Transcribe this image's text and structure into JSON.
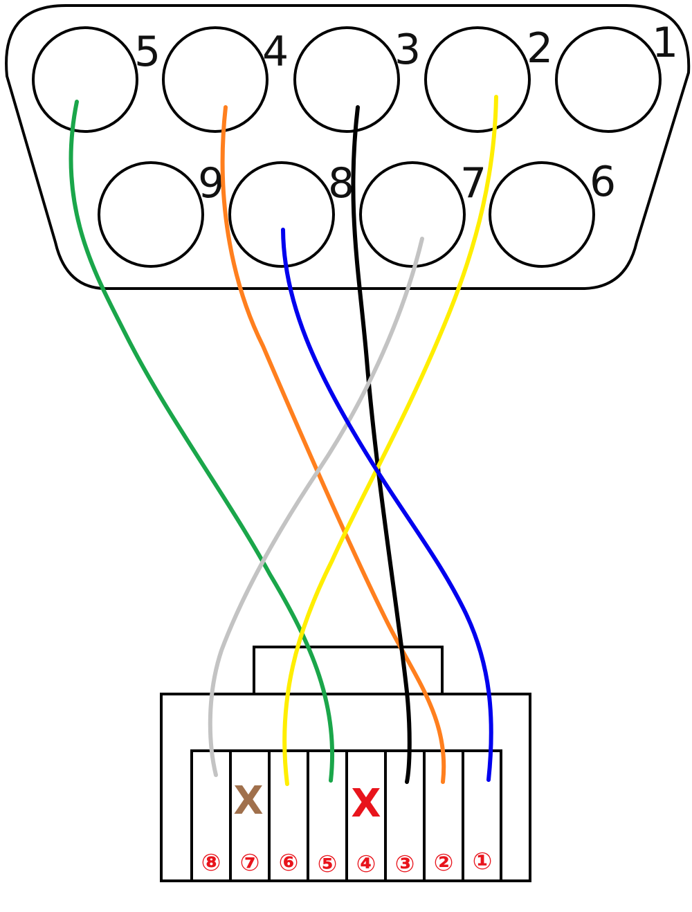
{
  "db9": {
    "pins": [
      {
        "label": "5"
      },
      {
        "label": "4"
      },
      {
        "label": "3"
      },
      {
        "label": "2"
      },
      {
        "label": "1"
      },
      {
        "label": "9"
      },
      {
        "label": "8"
      },
      {
        "label": "7"
      },
      {
        "label": "6"
      }
    ]
  },
  "rj45": {
    "slots": [
      {
        "label": "⑧",
        "mark": ""
      },
      {
        "label": "⑦",
        "mark": "X"
      },
      {
        "label": "⑥",
        "mark": ""
      },
      {
        "label": "⑤",
        "mark": ""
      },
      {
        "label": "④",
        "mark": "X"
      },
      {
        "label": "③",
        "mark": ""
      },
      {
        "label": "②",
        "mark": ""
      },
      {
        "label": "①",
        "mark": ""
      }
    ]
  },
  "colors": {
    "outline": "#000000",
    "slot_label": "#e8141c",
    "mark_slot_7": "#a0704c",
    "mark_slot_4": "#e8141c"
  },
  "wires": [
    {
      "color_name": "green",
      "color": "#1aa64a",
      "db9_pin": "5",
      "rj45_slot": "⑤"
    },
    {
      "color_name": "orange",
      "color": "#ff7f1e",
      "db9_pin": "4",
      "rj45_slot": "②"
    },
    {
      "color_name": "black",
      "color": "#000000",
      "db9_pin": "3",
      "rj45_slot": "③"
    },
    {
      "color_name": "yellow",
      "color": "#ffee00",
      "db9_pin": "2",
      "rj45_slot": "⑥"
    },
    {
      "color_name": "blue",
      "color": "#0000ee",
      "db9_pin": "8",
      "rj45_slot": "①"
    },
    {
      "color_name": "gray",
      "color": "#c3c3c3",
      "db9_pin": "7",
      "rj45_slot": "⑧"
    }
  ]
}
